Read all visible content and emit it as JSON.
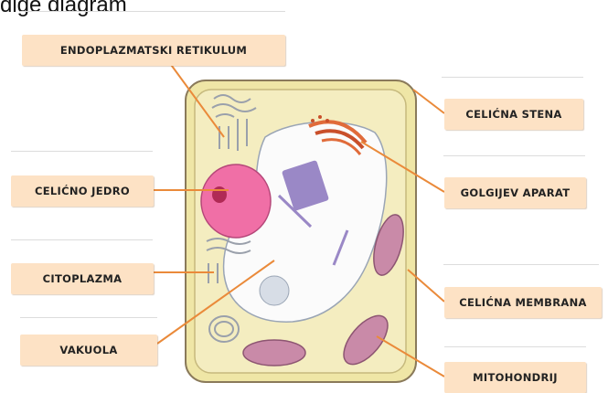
{
  "heading": "dige diagram",
  "labels": {
    "er": "ENDOPLAZMATSKI RETIKULUM",
    "wall": "CELIĆNA STENA",
    "nucleus": "CELIĆNO JEDRO",
    "golgi": "GOLGIJEV APARAT",
    "cytoplasm": "CITOPLAZMA",
    "membrane": "CELIĆNA MEMBRANA",
    "vacuole": "VAKUOLA",
    "mito": "MITOHONDRIJ"
  },
  "colors": {
    "label_bg": "#fde2c5",
    "cell_wall": "#efe6a6",
    "cytoplasm": "#f4edc0",
    "vacuole": "#fbfbfb",
    "nucleus": "#f06fa6",
    "nucleolus": "#b02a55",
    "golgi": "#e06b3a",
    "mitochondria": "#c98aa8",
    "pointer": "#ea8a3a"
  }
}
